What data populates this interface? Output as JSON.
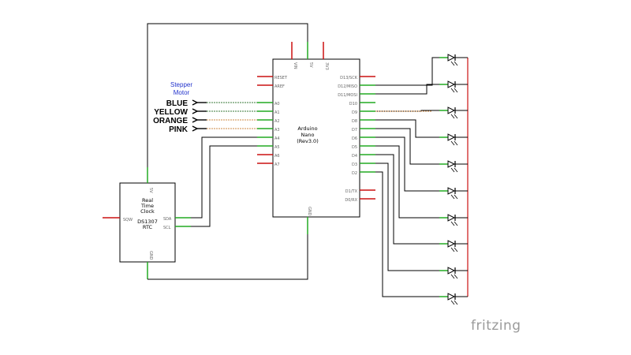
{
  "arduino": {
    "name_lines": [
      "Arduino",
      "Nano",
      "(Rev3.0)"
    ],
    "top_pins": [
      "VIN",
      "5V",
      "3V3"
    ],
    "bottom_pin": "GND",
    "left_pins": [
      "RESET",
      "AREF",
      "A0",
      "A1",
      "A2",
      "A3",
      "A4",
      "A5",
      "A6",
      "A7"
    ],
    "right_pins": [
      "D13/SCK",
      "D12/MISO",
      "D11/MOSI",
      "D10",
      "D9",
      "D8",
      "D7",
      "D6",
      "D5",
      "D4",
      "D3",
      "D2",
      "D1/TX",
      "D0/RX"
    ]
  },
  "rtc": {
    "name_lines": [
      "Real",
      "Time",
      "Clock",
      "DS1307",
      "RTC"
    ],
    "pins": {
      "top": "5V",
      "bottom": "GND",
      "left": "SQW",
      "sda": "SDA",
      "scl": "SCL"
    }
  },
  "stepper": {
    "title_lines": [
      "Stepper",
      "Motor"
    ],
    "wires": [
      "BLUE",
      "YELLOW",
      "ORANGE",
      "PINK"
    ]
  },
  "led_count": 10,
  "logo": "fritzing",
  "colors": {
    "wire": "#000000",
    "pin_green": "#22aa22",
    "pin_red": "#cc1111",
    "title_blue": "#2233cc",
    "logo_gray": "#9a9a9a"
  }
}
